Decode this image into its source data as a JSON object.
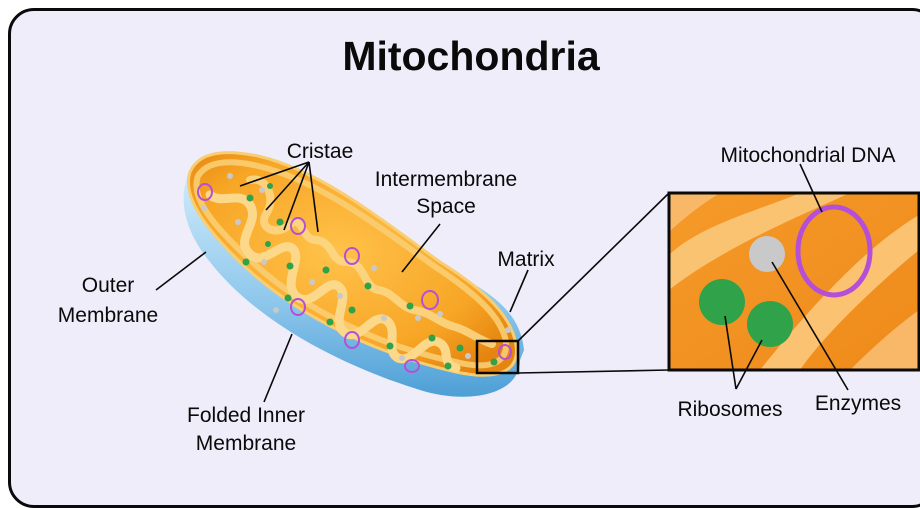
{
  "title": "Mitochondria",
  "labels": {
    "cristae": "Cristae",
    "intermembrane_line1": "Intermembrane",
    "intermembrane_line2": "Space",
    "matrix": "Matrix",
    "outer_line1": "Outer",
    "outer_line2": "Membrane",
    "folded_line1": "Folded Inner",
    "folded_line2": "Membrane",
    "mito_dna": "Mitochondrial DNA",
    "ribosomes": "Ribosomes",
    "enzymes": "Enzymes"
  },
  "colors": {
    "background": "#eeedf9",
    "outer_membrane": "#8fc8ec",
    "matrix_orange": "#f7a525",
    "inner_membrane": "#f9cd72",
    "ribosome_green": "#2fa24a",
    "enzyme_gray": "#c9c9c9",
    "dna_purple": "#b54fd8"
  }
}
